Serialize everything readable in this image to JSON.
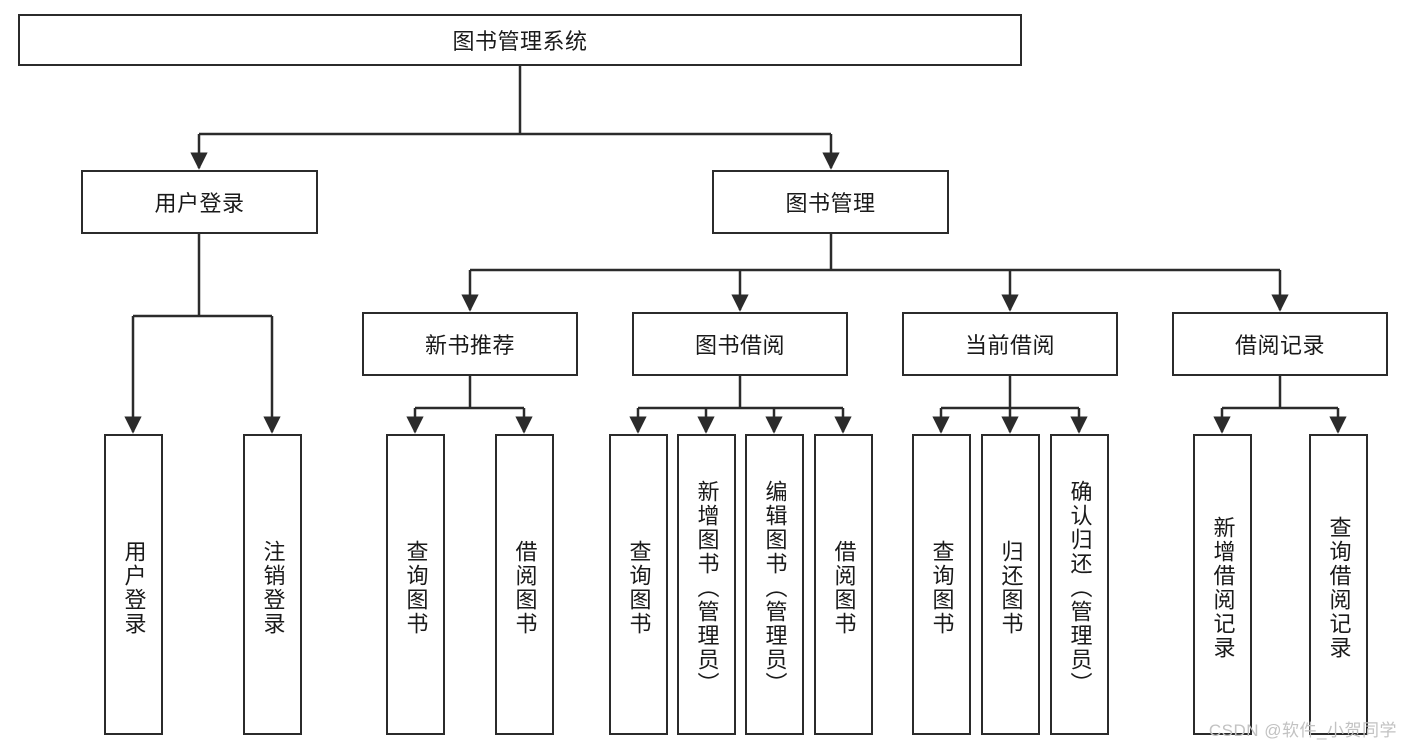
{
  "diagram": {
    "type": "tree-hierarchy",
    "title": "图书管理系统",
    "watermark": "CSDN @软件_小贺同学",
    "colors": {
      "stroke": "#2b2b2b",
      "fill": "#ffffff",
      "text": "#1a1a1a",
      "watermark": "#c2c2c2"
    },
    "levels": {
      "root": {
        "label": "图书管理系统"
      },
      "level2": [
        {
          "id": "user-login",
          "label": "用户登录"
        },
        {
          "id": "book-management",
          "label": "图书管理"
        }
      ],
      "level3": [
        {
          "id": "new-book-recommend",
          "label": "新书推荐"
        },
        {
          "id": "book-borrow",
          "label": "图书借阅"
        },
        {
          "id": "current-borrow",
          "label": "当前借阅"
        },
        {
          "id": "borrow-record",
          "label": "借阅记录"
        }
      ],
      "leaves": {
        "user-login": [
          {
            "id": "leaf-user-login",
            "label": "用户登录"
          },
          {
            "id": "leaf-logout-login",
            "label": "注销登录"
          }
        ],
        "new-book-recommend": [
          {
            "id": "leaf-query-book-1",
            "label": "查询图书"
          },
          {
            "id": "leaf-borrow-book-1",
            "label": "借阅图书"
          }
        ],
        "book-borrow": [
          {
            "id": "leaf-query-book-2",
            "label": "查询图书"
          },
          {
            "id": "leaf-add-book-admin",
            "label": "新增图书（管理员）"
          },
          {
            "id": "leaf-edit-book-admin",
            "label": "编辑图书（管理员）"
          },
          {
            "id": "leaf-borrow-book-2",
            "label": "借阅图书"
          }
        ],
        "current-borrow": [
          {
            "id": "leaf-query-book-3",
            "label": "查询图书"
          },
          {
            "id": "leaf-return-book",
            "label": "归还图书"
          },
          {
            "id": "leaf-confirm-return-admin",
            "label": "确认归还（管理员）"
          }
        ],
        "borrow-record": [
          {
            "id": "leaf-add-borrow-record",
            "label": "新增借阅记录"
          },
          {
            "id": "leaf-query-borrow-record",
            "label": "查询借阅记录"
          }
        ]
      }
    }
  }
}
